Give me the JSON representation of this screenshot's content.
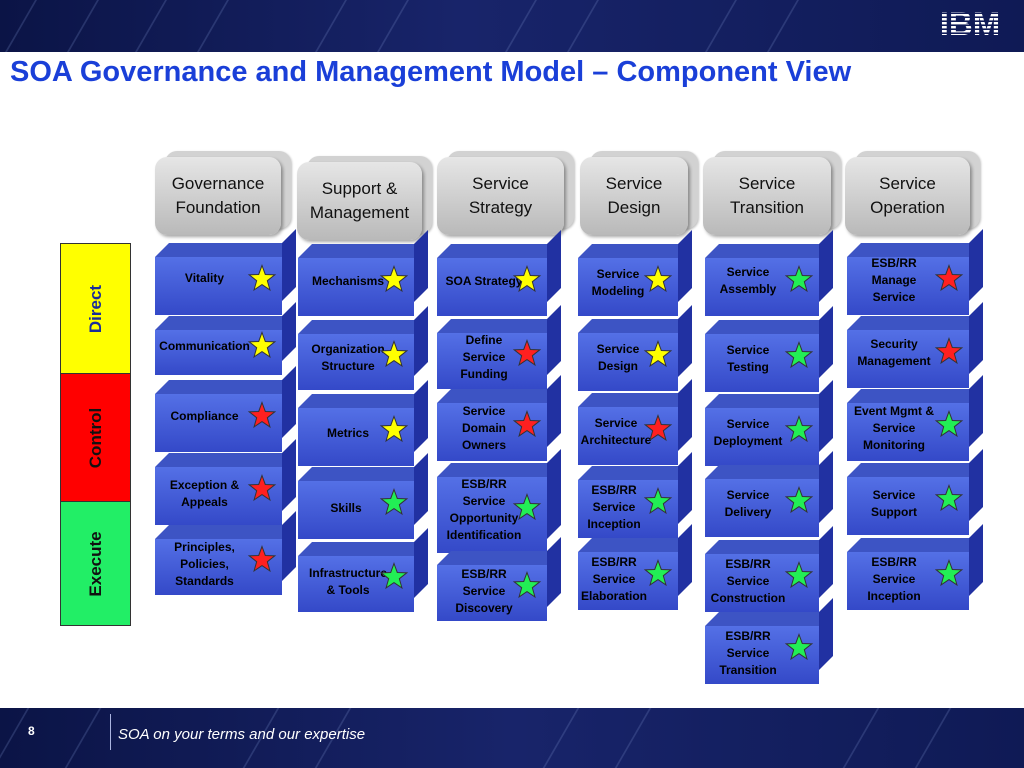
{
  "title": "SOA Governance and Management Model – Component View",
  "logo_text": "IBM",
  "footer": {
    "page_number": "8",
    "tagline": "SOA on your terms and our expertise"
  },
  "colors": {
    "title": "#1a3fd8",
    "box": "#4460d8",
    "star_yellow": "#ffff00",
    "star_red": "#ff2020",
    "star_green": "#22ee55",
    "direct": "#ffff00",
    "control": "#ff0000",
    "execute": "#22ee66"
  },
  "phases": [
    {
      "label": "Direct",
      "color": "#ffff00"
    },
    {
      "label": "Control",
      "color": "#ff0000"
    },
    {
      "label": "Execute",
      "color": "#22ee66"
    }
  ],
  "columns": [
    {
      "header": "Governance\nFoundation",
      "items": [
        {
          "label": "Vitality",
          "star": "yellow"
        },
        {
          "label": "Communication",
          "star": "yellow"
        },
        {
          "label": "Compliance",
          "star": "red"
        },
        {
          "label": "Exception &\nAppeals",
          "star": "red"
        },
        {
          "label": "Principles,\nPolicies,\nStandards",
          "star": "red"
        }
      ]
    },
    {
      "header": "Support &\nManagement",
      "items": [
        {
          "label": "Mechanisms",
          "star": "yellow"
        },
        {
          "label": "Organization\nStructure",
          "star": "yellow"
        },
        {
          "label": "Metrics",
          "star": "yellow"
        },
        {
          "label": "Skills",
          "star": "green"
        },
        {
          "label": "Infrastructure\n& Tools",
          "star": "green"
        }
      ]
    },
    {
      "header": "Service\nStrategy",
      "items": [
        {
          "label": "SOA Strategy",
          "star": "yellow"
        },
        {
          "label": "Define\nService\nFunding",
          "star": "red"
        },
        {
          "label": "Service\nDomain\nOwners",
          "star": "red"
        },
        {
          "label": "ESB/RR\nService\nOpportunity\nIdentification",
          "star": "green"
        },
        {
          "label": "ESB/RR\nService\nDiscovery",
          "star": "green"
        }
      ]
    },
    {
      "header": "Service\nDesign",
      "items": [
        {
          "label": "Service\nModeling",
          "star": "yellow"
        },
        {
          "label": "Service\nDesign",
          "star": "yellow"
        },
        {
          "label": "Service\nArchitecture",
          "star": "red"
        },
        {
          "label": "ESB/RR\nService\nInception",
          "star": "green"
        },
        {
          "label": "ESB/RR\nService\nElaboration",
          "star": "green"
        }
      ]
    },
    {
      "header": "Service\nTransition",
      "items": [
        {
          "label": "Service\nAssembly",
          "star": "green"
        },
        {
          "label": "Service\nTesting",
          "star": "green"
        },
        {
          "label": "Service\nDeployment",
          "star": "green"
        },
        {
          "label": "Service\nDelivery",
          "star": "green"
        },
        {
          "label": "ESB/RR\nService\nConstruction",
          "star": "green"
        },
        {
          "label": "ESB/RR\nService\nTransition",
          "star": "green"
        }
      ]
    },
    {
      "header": "Service\nOperation",
      "items": [
        {
          "label": "ESB/RR\nManage\nService",
          "star": "red"
        },
        {
          "label": "Security\nManagement",
          "star": "red"
        },
        {
          "label": "Event Mgmt &\nService\nMonitoring",
          "star": "green"
        },
        {
          "label": "Service\nSupport",
          "star": "green"
        },
        {
          "label": "ESB/RR\nService\nInception",
          "star": "green"
        }
      ]
    }
  ]
}
